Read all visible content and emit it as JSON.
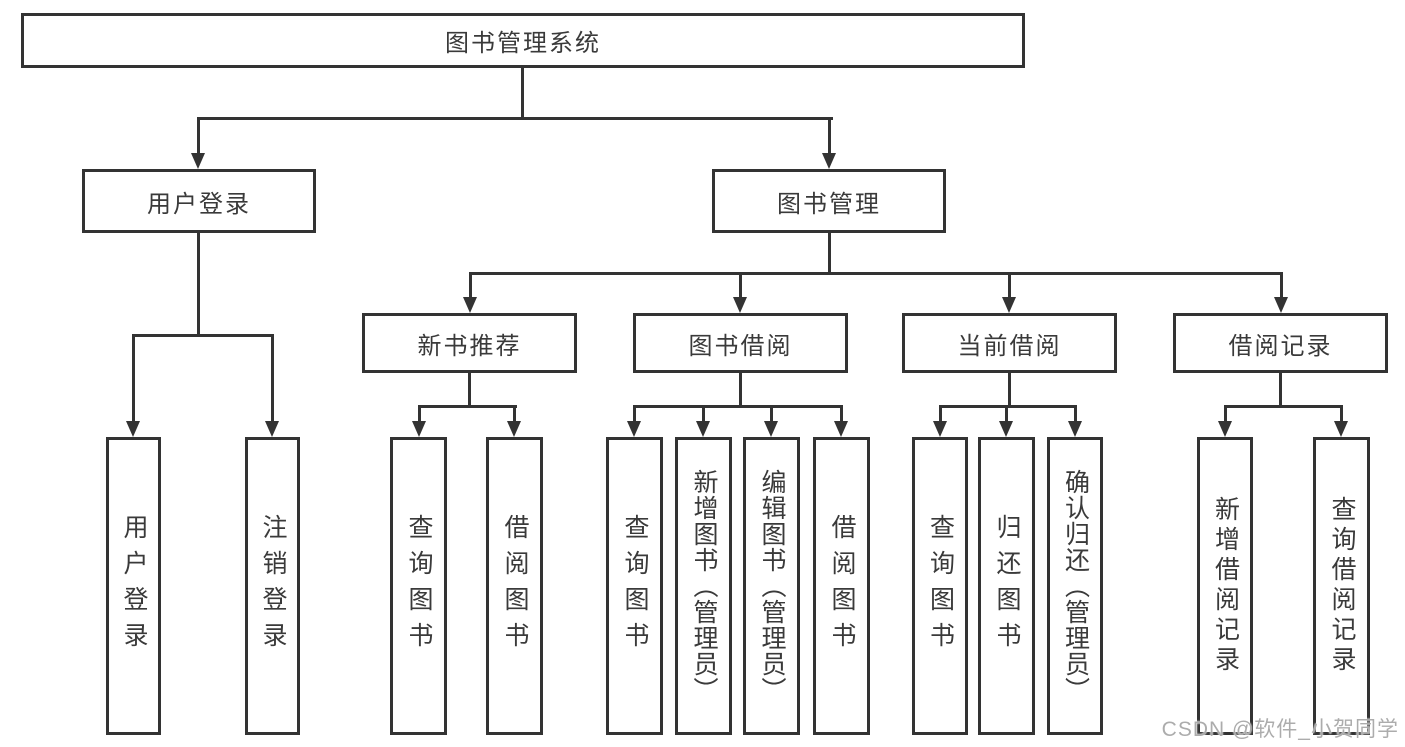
{
  "diagram": {
    "title": "图书管理系统",
    "nodes": {
      "root": "图书管理系统",
      "level2": {
        "user_login": "用户登录",
        "book_mgmt": "图书管理"
      },
      "level3": {
        "new_book": "新书推荐",
        "borrow": "图书借阅",
        "current": "当前借阅",
        "record": "借阅记录"
      },
      "leaves": {
        "user_login": [
          "用户登录",
          "注销登录"
        ],
        "new_book": [
          "查询图书",
          "借阅图书"
        ],
        "borrow": [
          "查询图书",
          "新增图书（管理员）",
          "编辑图书（管理员）",
          "借阅图书"
        ],
        "current": [
          "查询图书",
          "归还图书",
          "确认归还（管理员）"
        ],
        "record": [
          "新增借阅记录",
          "查询借阅记录"
        ]
      }
    },
    "edges": [
      {
        "from": "root",
        "to": [
          "user_login",
          "book_mgmt"
        ]
      },
      {
        "from": "user_login",
        "to": [
          "用户登录",
          "注销登录"
        ]
      },
      {
        "from": "book_mgmt",
        "to": [
          "new_book",
          "borrow",
          "current",
          "record"
        ]
      },
      {
        "from": "new_book",
        "to": [
          "查询图书",
          "借阅图书"
        ]
      },
      {
        "from": "borrow",
        "to": [
          "查询图书",
          "新增图书（管理员）",
          "编辑图书（管理员）",
          "借阅图书"
        ]
      },
      {
        "from": "current",
        "to": [
          "查询图书",
          "归还图书",
          "确认归还（管理员）"
        ]
      },
      {
        "from": "record",
        "to": [
          "新增借阅记录",
          "查询借阅记录"
        ]
      }
    ],
    "colors": {
      "line": "#333333",
      "text": "#3a3a3a",
      "node_fill": "#ffffff",
      "background": "#ffffff",
      "watermark": "#9e9e9e"
    }
  },
  "watermark": "CSDN @软件_小贺同学"
}
